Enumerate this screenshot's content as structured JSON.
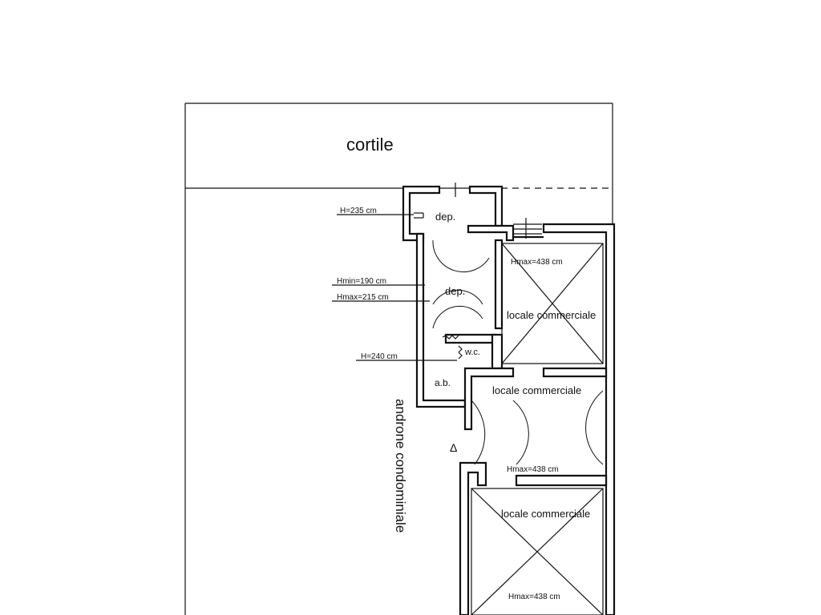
{
  "labels": {
    "courtyard": "cortile",
    "storage_top": "dep.",
    "storage_mid": "dep.",
    "wc": "w.c.",
    "antibath": "a.b.",
    "shop_upper": "locale commerciale",
    "shop_middle": "locale commerciale",
    "shop_lower": "locale commerciale",
    "hallway": "androne condominiale"
  },
  "heights": {
    "storage_top": "H=235 cm",
    "storage_min": "Hmin=190 cm",
    "storage_max": "Hmax=215 cm",
    "wc": "H=240 cm",
    "shop_upper": "Hmax=438 cm",
    "shop_middle": "Hmax=438 cm",
    "shop_lower": "Hmax=438 cm"
  },
  "entrance_marker": "Δ"
}
